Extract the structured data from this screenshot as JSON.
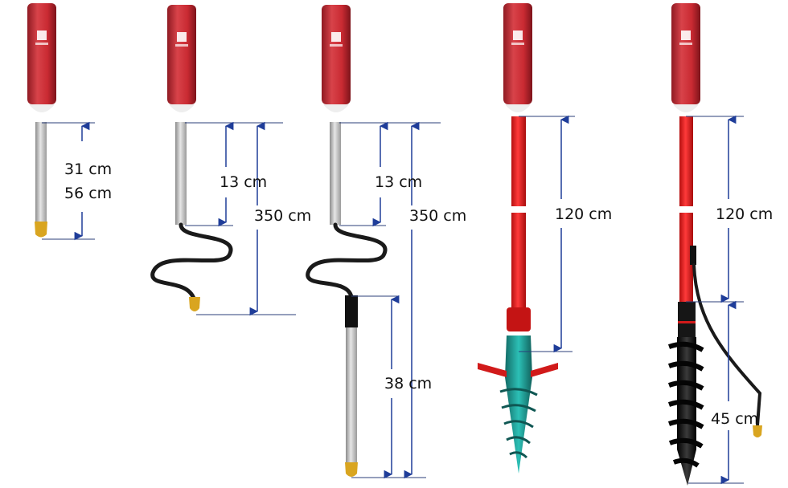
{
  "labels": {
    "d1_a": "31 cm",
    "d1_b": "56 cm",
    "d2_short": "13 cm",
    "d2_long": "350 cm",
    "d3_short": "13 cm",
    "d3_long": "350 cm",
    "d3_sheath": "38 cm",
    "d4_pole": "120 cm",
    "d5_pole": "120 cm",
    "d5_auger": "45 cm"
  },
  "colors": {
    "housing": "#c92a32",
    "housing_shade": "#8f1a22",
    "rod_grey": "#bfbfbf",
    "cable_black": "#1a1a1a",
    "pole_red": "#e11c1c",
    "screw_teal": "#1f9e96",
    "screw_black": "#1e1e1e",
    "tip_gold": "#d9a520",
    "arrow_blue": "#1f3d99",
    "dim_line": "#2b3f7a"
  }
}
